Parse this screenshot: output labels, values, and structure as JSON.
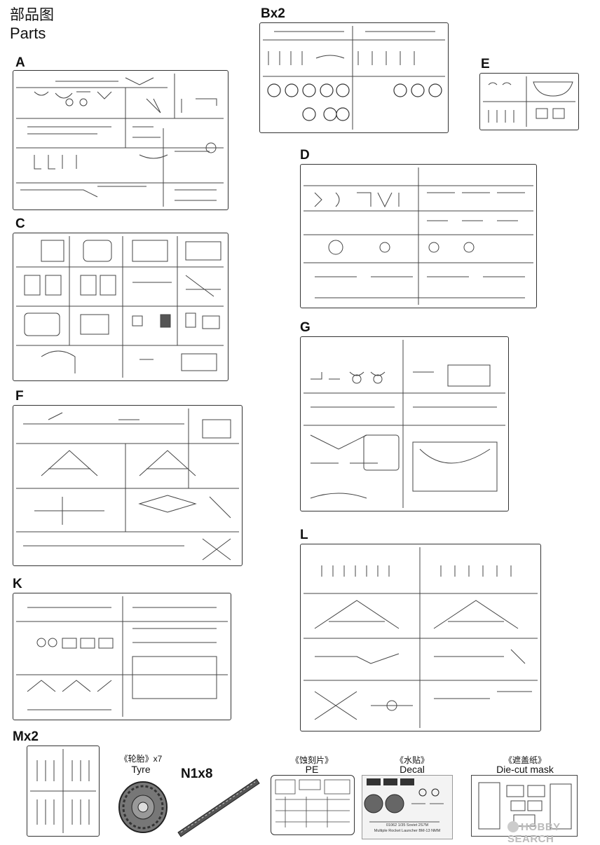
{
  "header": {
    "title_cn": "部品图",
    "title_en": "Parts"
  },
  "sprues": [
    {
      "key": "A",
      "label": "A"
    },
    {
      "key": "B",
      "label": "Bx2"
    },
    {
      "key": "C",
      "label": "C"
    },
    {
      "key": "D",
      "label": "D"
    },
    {
      "key": "E",
      "label": "E"
    },
    {
      "key": "F",
      "label": "F"
    },
    {
      "key": "G",
      "label": "G"
    },
    {
      "key": "K",
      "label": "K"
    },
    {
      "key": "L",
      "label": "L"
    },
    {
      "key": "M",
      "label": "Mx2"
    }
  ],
  "extras": {
    "tyre": {
      "cn": "《轮胎》x7",
      "en": "Tyre"
    },
    "n1": {
      "label": "N1x8"
    },
    "pe": {
      "cn": "《蚀刻片》",
      "en": "PE"
    },
    "decal": {
      "cn": "《水贴》",
      "en": "Decal",
      "kit_line1": "01062 1/35 Soviet 2S7M",
      "kit_line2": "Multiple Rocket Launcher BM-13 NMM"
    },
    "mask": {
      "cn": "《遮盖纸》",
      "en": "Die-cut mask"
    }
  },
  "watermark": {
    "text": "HOBBY SEARCH"
  }
}
